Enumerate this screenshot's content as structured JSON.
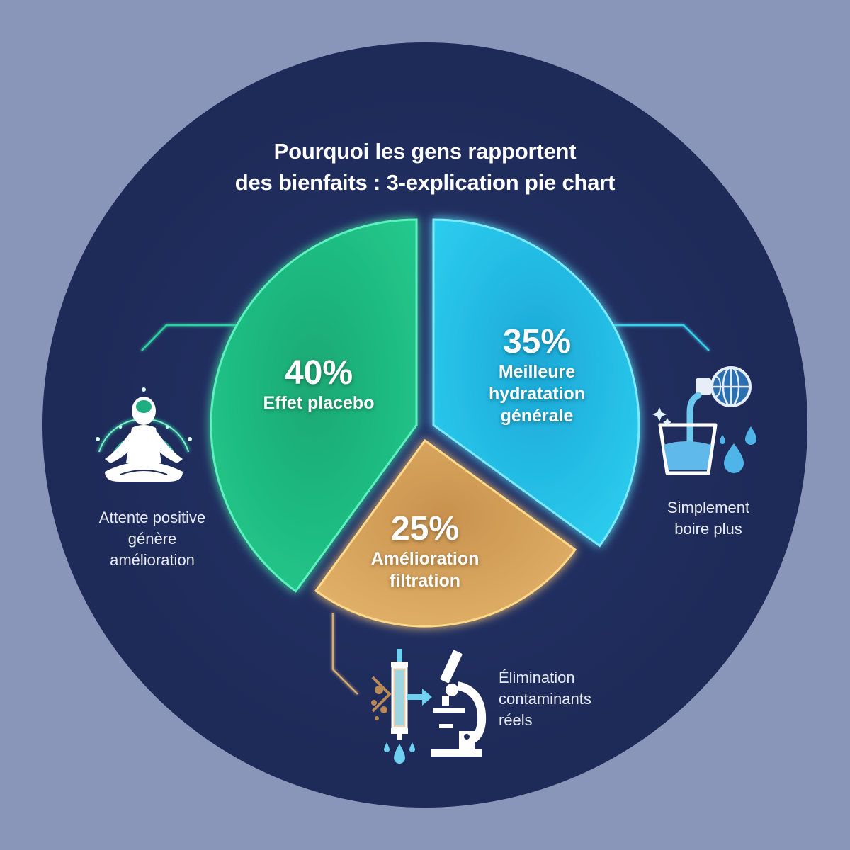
{
  "title": {
    "line1": "Pourquoi les gens rapportent",
    "line2": "des bienfaits : 3-explication pie chart"
  },
  "colors": {
    "page_background": "#8a96b9",
    "circle_background": "#1f2c5a",
    "placebo": "#1fbf86",
    "hydration": "#22bfe6",
    "filtration": "#d9a55c",
    "text": "#ffffff"
  },
  "slices": [
    {
      "id": "placebo",
      "pct": "40%",
      "name_lines": [
        "Effet placebo"
      ]
    },
    {
      "id": "hydration",
      "pct": "35%",
      "name_lines": [
        "Meilleure",
        "hydratation",
        "générale"
      ]
    },
    {
      "id": "filtration",
      "pct": "25%",
      "name_lines": [
        "Amélioration",
        "filtration"
      ]
    }
  ],
  "callouts": [
    {
      "id": "placebo",
      "icon": "meditation-brain-icon",
      "lines": [
        "Attente positive",
        "génère",
        "amélioration"
      ]
    },
    {
      "id": "hydration",
      "icon": "water-glass-globe-icon",
      "lines": [
        "Simplement",
        "boire plus"
      ]
    },
    {
      "id": "filtration",
      "icon": "filter-microscope-icon",
      "lines": [
        "Élimination",
        "contaminants",
        "réels"
      ]
    }
  ],
  "chart_data": {
    "type": "pie",
    "title": "Pourquoi les gens rapportent des bienfaits : 3-explication pie chart",
    "categories": [
      "Effet placebo",
      "Meilleure hydratation générale",
      "Amélioration filtration"
    ],
    "values": [
      40,
      35,
      25
    ],
    "unit": "%",
    "colors": [
      "#1fbf86",
      "#22bfe6",
      "#d9a55c"
    ],
    "annotations": [
      {
        "category": "Effet placebo",
        "text": "Attente positive génère amélioration"
      },
      {
        "category": "Meilleure hydratation générale",
        "text": "Simplement boire plus"
      },
      {
        "category": "Amélioration filtration",
        "text": "Élimination contaminants réels"
      }
    ],
    "exploded": true,
    "legend": "none (inline labels)"
  }
}
